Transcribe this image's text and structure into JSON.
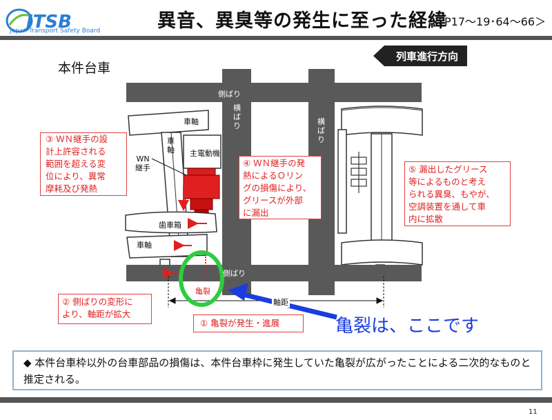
{
  "header": {
    "logo_text": "JTSB",
    "logo_subtitle": "Japan Transport Safety Board",
    "title": "異音、異臭等の発生に至った経緯",
    "page_ref": "＜P17～19･64～66＞"
  },
  "direction_label": "列車進行方向",
  "subtitle": "本件台車",
  "diagram": {
    "side_frame_top": "側ばり",
    "side_frame_bottom": "側ばり",
    "cross_beam_left": "横ばり",
    "cross_beam_right": "横ばり",
    "axle_top": "車軸",
    "axle_bottom": "車軸",
    "axle_vertical": "車軸",
    "motor": "主電動機",
    "wn_joint": "WN\n継手",
    "gearbox": "歯車箱",
    "crack": "亀裂",
    "wheelbase": "軸距"
  },
  "callouts": {
    "c1": "① 亀裂が発生・進展",
    "c2": "② 側ばりの変形に\nより、軸距が拡大",
    "c3": "③ ＷＮ継手の設\n計上許容される\n範囲を超える変\n位により、異常\n摩耗及び発熱",
    "c4": "④ ＷＮ継手の発\n熱によるＯリン\nグの損傷により、\nグリースが外部\nに漏出",
    "c5": "⑤ 漏出したグリース\n等によるものと考え\nられる異臭、もやが、\n空調装置を通して車\n内に拡散"
  },
  "annotation": "亀裂は、ここです",
  "note": "◆ 本件台車枠以外の台車部品の損傷は、本件台車枠に発生していた亀裂が広がったことによる二次的なものと推定される。",
  "page_number": "11",
  "colors": {
    "beam": "#595959",
    "red": "#e02020",
    "blue": "#1a3de0",
    "green": "#2ecc40",
    "logo_blue": "#2a7fd4"
  }
}
